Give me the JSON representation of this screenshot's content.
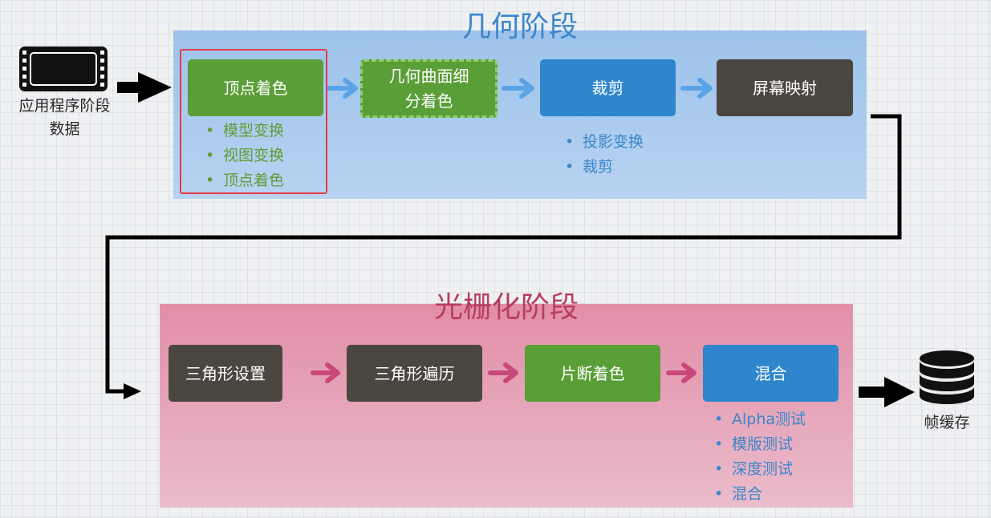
{
  "geometry_stage": {
    "title": "几何阶段",
    "boxes": [
      "顶点着色",
      "几何曲面细\n分着色",
      "裁剪",
      "屏幕映射"
    ],
    "vertex_bullets": [
      "模型变换",
      "视图变换",
      "顶点着色"
    ],
    "clip_bullets": [
      "投影变换",
      "裁剪"
    ]
  },
  "raster_stage": {
    "title": "光栅化阶段",
    "boxes": [
      "三角形设置",
      "三角形遍历",
      "片断着色",
      "混合"
    ],
    "blend_bullets": [
      "Alpha测试",
      "模版测试",
      "深度测试",
      "混合"
    ]
  },
  "input": {
    "label": "应用程序阶段\n数据",
    "icon": "film-strip-icon"
  },
  "output": {
    "label": "帧缓存",
    "icon": "database-icon"
  },
  "colors": {
    "geo_panel": "#9dc2ea",
    "ras_panel": "#e28ea8",
    "green": "#5a9e38",
    "blue": "#2f86cc",
    "dark": "#4c4641",
    "highlight": "#e23a4a"
  }
}
